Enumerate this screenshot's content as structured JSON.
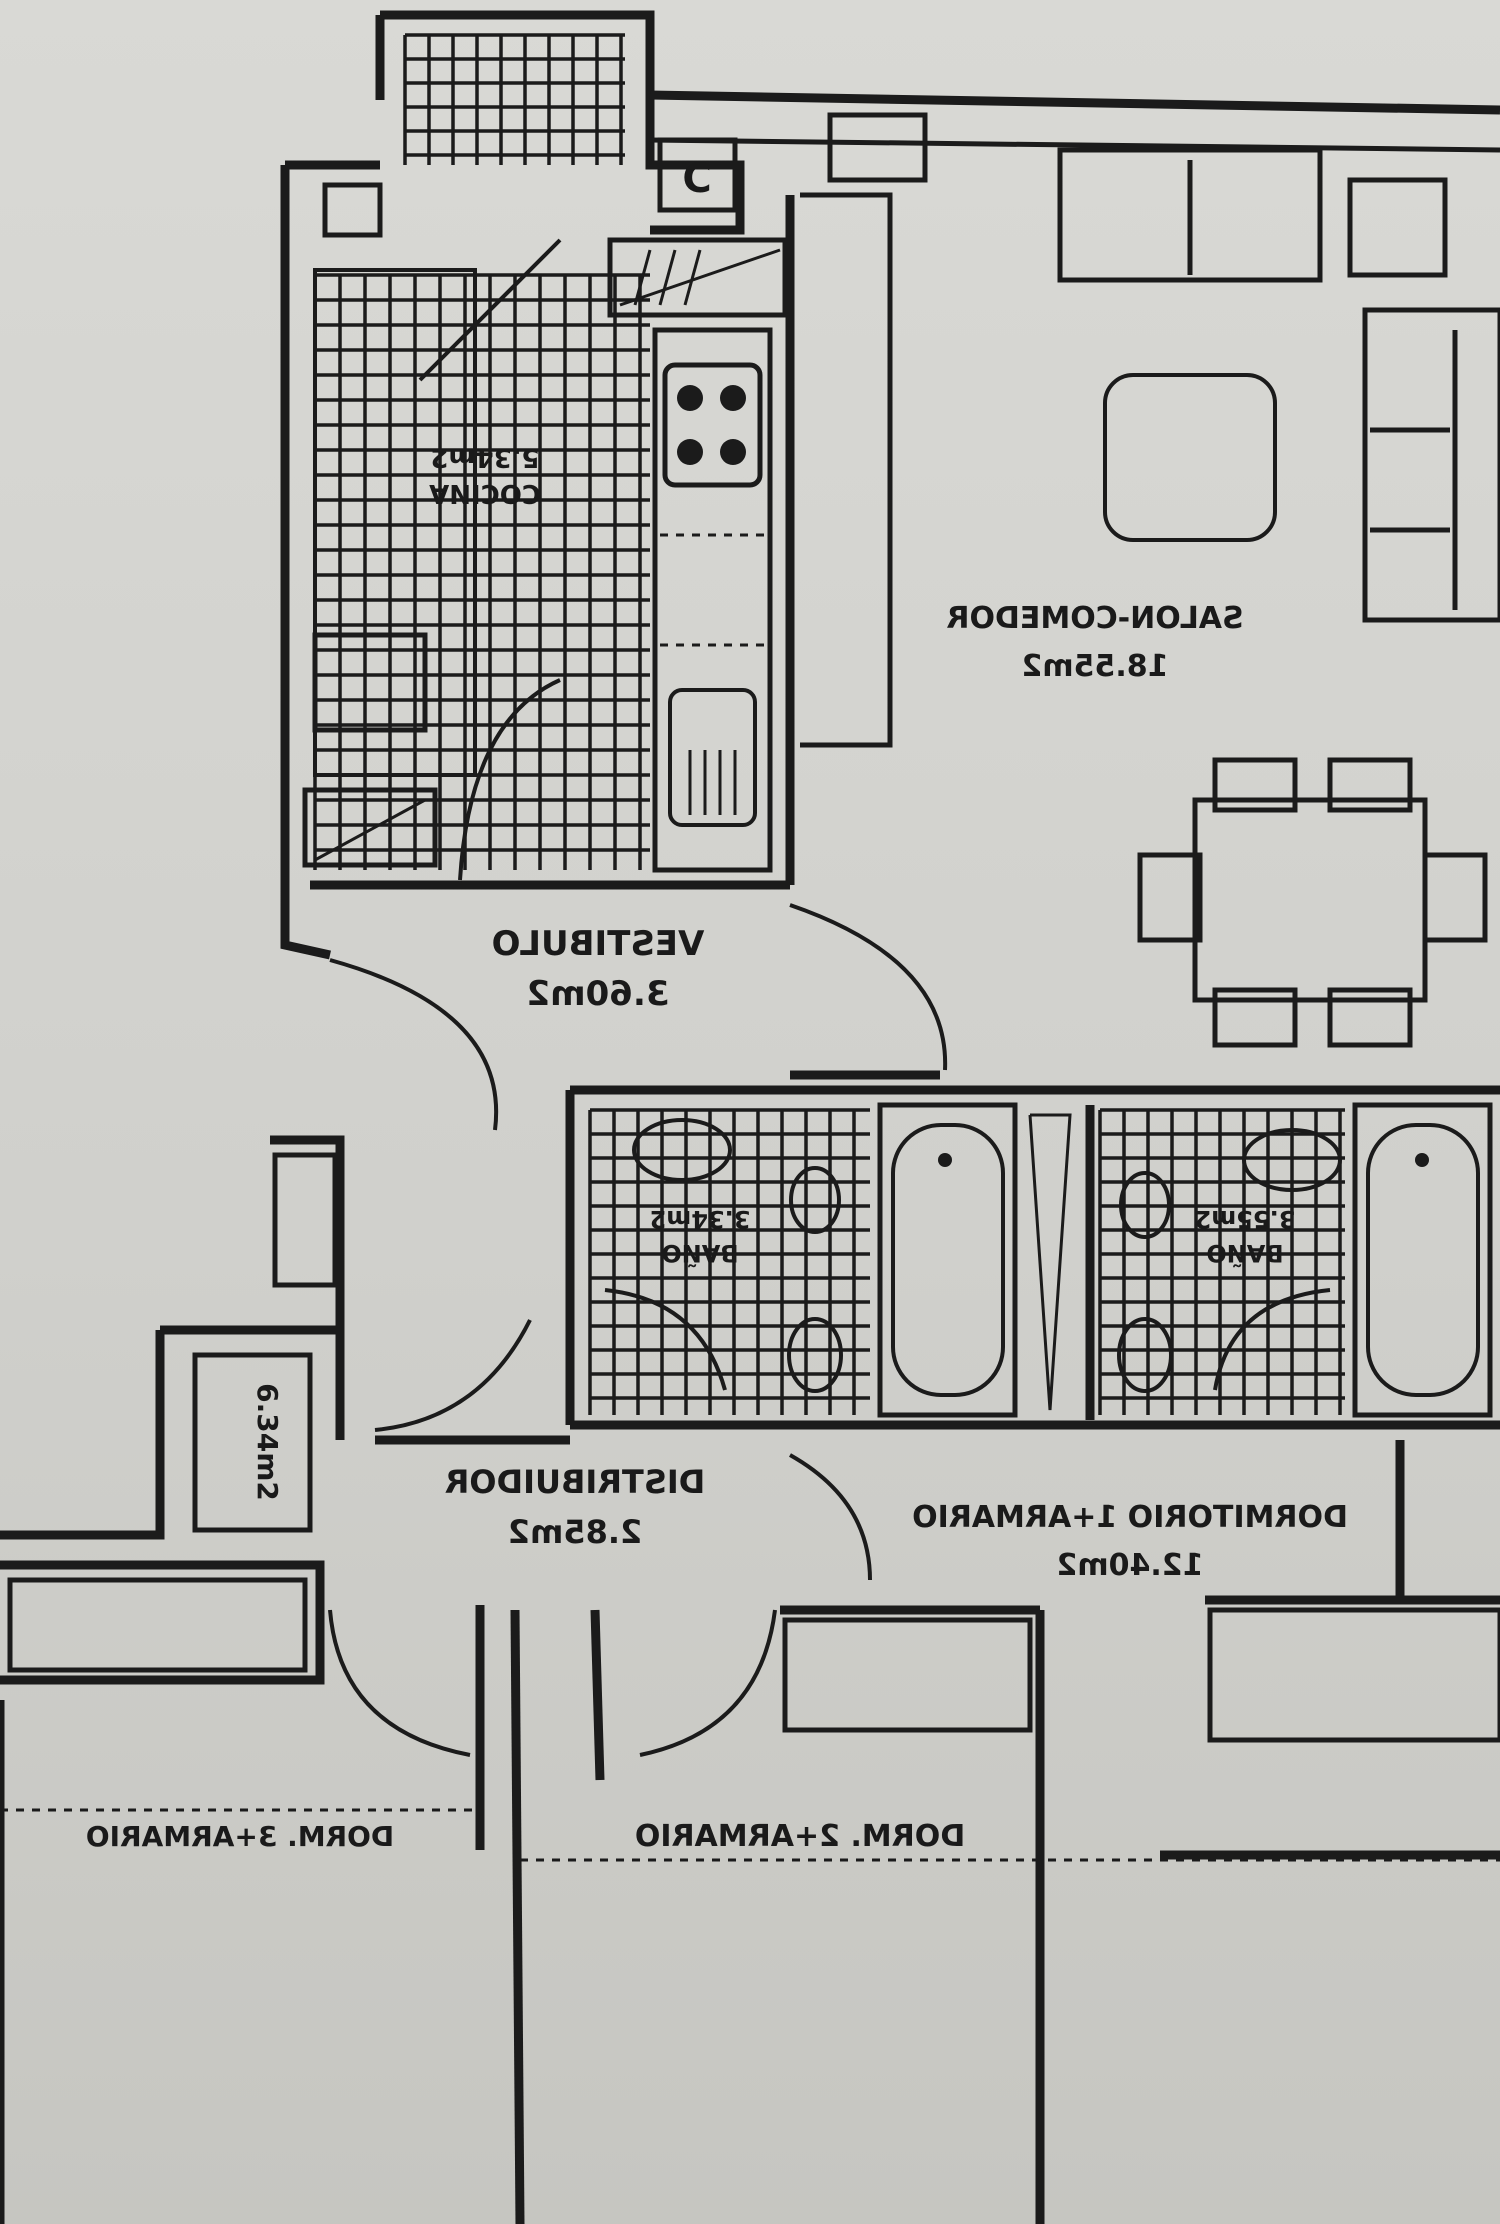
{
  "rooms": {
    "salon": {
      "name": "SALON-COMEDOR",
      "area": "18.55m2"
    },
    "vestibulo": {
      "name": "VESTIBULO",
      "area": "3.60m2"
    },
    "cocina": {
      "name": "COCINA",
      "area": "5.34m2"
    },
    "bano1": {
      "name": "BAÑO",
      "area": "3.34m2"
    },
    "bano2": {
      "name": "BAÑO",
      "area": "3.55m2"
    },
    "distribuidor": {
      "name": "DISTRIBUIDOR",
      "area": "2.85m2"
    },
    "dormitorio1": {
      "name": "DORMITORIO 1+ARMARIO",
      "area": "12.40m2"
    },
    "dormitorio2": {
      "name": "DORM. 2+ARMARIO"
    },
    "dormitorio3": {
      "name": "DORM. 3+ARMARIO"
    },
    "tendedero": {
      "area": "6.34m2"
    },
    "chimenea": {
      "mark": "C"
    }
  },
  "colors": {
    "paper": "#d2d2ce",
    "ink": "#1b1b1b"
  }
}
